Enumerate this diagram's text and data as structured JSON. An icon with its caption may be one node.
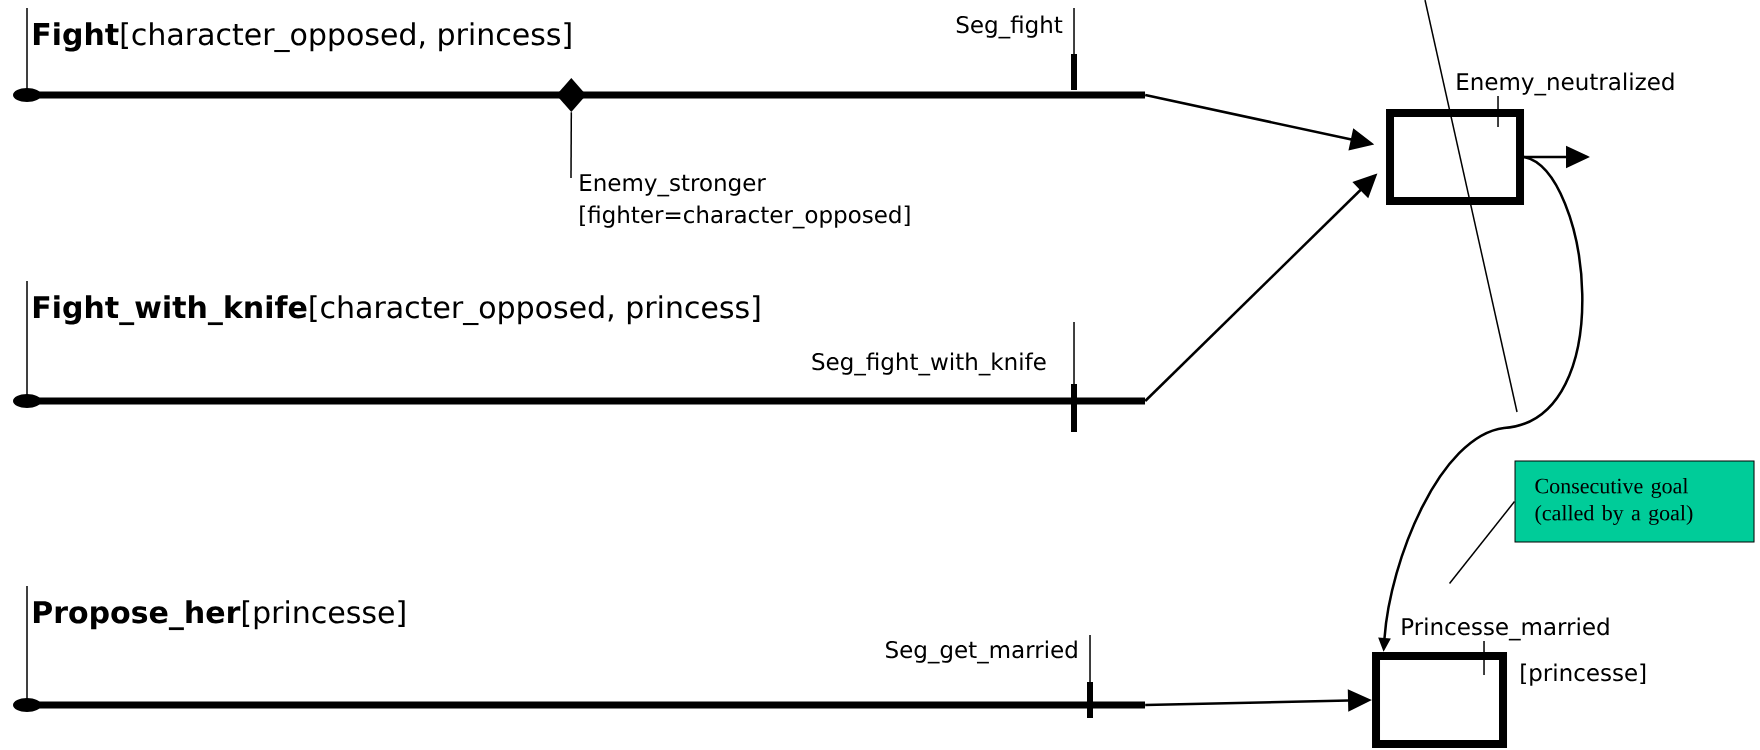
{
  "diagram": {
    "nodes": [
      {
        "text": [
          "**Fight**[character_opposed, princess]"
        ]
      },
      {
        "text": [
          "**Fight_with_knife**[character_opposed, princess]"
        ]
      },
      {
        "text": [
          "**Propose_her**[princesse]"
        ]
      },
      {
        "text": [
          "Enemy_neutralized"
        ]
      },
      {
        "text": [
          "Princesse_married"
        ],
        "beside": [
          "[princesse]"
        ]
      },
      {
        "text": [
          "Consecutive goal (called by a goal)"
        ]
      },
      {
        "text": [],
        "shape": "diamond"
      },
      {
        "text": [
          "Enemy_stronger [fighter=character_opposed]"
        ]
      }
    ],
    "edges": [
      {
        "from": 0,
        "to": 3,
        "arrow": "to"
      },
      {
        "from": 1,
        "to": 3,
        "arrow": "to"
      },
      {
        "from": 2,
        "to": 4,
        "arrow": "to"
      },
      {
        "from": 3,
        "to": null,
        "arrow": "to"
      },
      {
        "from": 3,
        "to": 4,
        "arrow": "to"
      },
      {
        "from": 5,
        "to": null,
        "arrow": "none"
      },
      {
        "from": 7,
        "to": 6,
        "arrow": "none"
      }
    ],
    "labels": [
      "Seg_fight",
      "Seg_fight_with_knife",
      "Seg_get_married"
    ]
  }
}
